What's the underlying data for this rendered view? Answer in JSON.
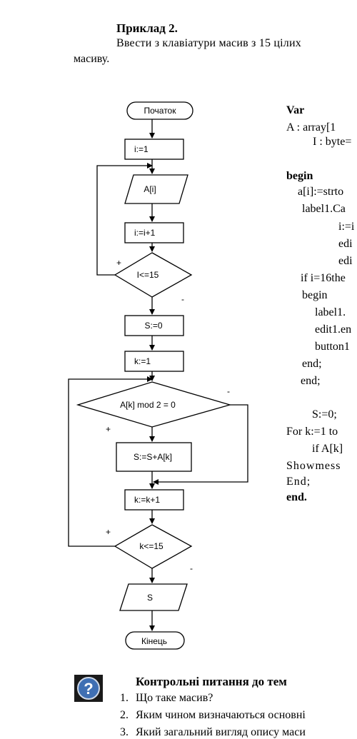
{
  "example": {
    "title": "Приклад 2.",
    "intro_line1": "Ввести з клавіатури масив з 15 цілих",
    "intro_line2": "масиву."
  },
  "flowchart": {
    "start": "Початок",
    "init_i": "i:=1",
    "input_a": "A[i]",
    "inc_i": "i:=i+1",
    "check_i": "I<=15",
    "init_s": "S:=0",
    "init_k": "k:=1",
    "check_mod": "A[k] mod 2 = 0",
    "add_s": "S:=S+A[k]",
    "inc_k": "k:=k+1",
    "check_k": "k<=15",
    "output_s": "S",
    "end": "Кінець",
    "plus": "+",
    "minus": "-"
  },
  "code": {
    "var": "Var",
    "line_a": "A  :  array[1",
    "line_i": "I : byte=",
    "begin": "begin",
    "l1": "a[i]:=strto",
    "l2": "label1.Ca",
    "l3": "i:=i",
    "l4": "edi",
    "l5": "edi",
    "l6": "if  i=16the",
    "l7": "begin",
    "l8": "label1.",
    "l9": "edit1.en",
    "l10": "button1",
    "l11": "end;",
    "l12": "end;",
    "l13": "S:=0;",
    "l14": "For k:=1 to",
    "l15": "if A[k] ",
    "l16": "Showmess",
    "l17": "End;",
    "end_dot": "end."
  },
  "questions": {
    "heading": "Контрольні питання до тем",
    "items": [
      {
        "num": "1.",
        "text": "Що таке масив?"
      },
      {
        "num": "2.",
        "text": "Яким чином визначаються основні"
      },
      {
        "num": "3.",
        "text": "Який загальний вигляд опису маси"
      }
    ],
    "icon": "question-mark-icon"
  }
}
